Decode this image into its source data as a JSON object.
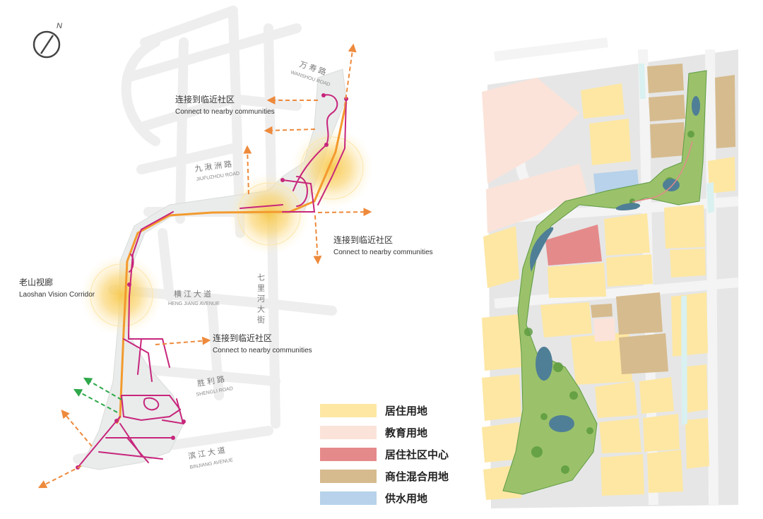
{
  "left_map": {
    "corridor": {
      "cn": "老山视廊",
      "en": "Laoshan Vision Corridor"
    },
    "connections": [
      {
        "cn": "连接到临近社区",
        "en": "Connect to nearby communities"
      },
      {
        "cn": "连接到临近社区",
        "en": "Connect to nearby communities"
      },
      {
        "cn": "连接到临近社区",
        "en": "Connect to nearby communities"
      }
    ],
    "roads": [
      {
        "cn": "万寿路",
        "en": "WANSHOU ROAD"
      },
      {
        "cn": "九湫洲路",
        "en": "JIUFUZHOU ROAD"
      },
      {
        "cn": "横江大道",
        "en": "HENG JIANG AVENUE"
      },
      {
        "cn": "七里河大街",
        "en": ""
      },
      {
        "cn": "胜利路",
        "en": "SHENGLI ROAD"
      },
      {
        "cn": "滨江大道",
        "en": "BINJIANG AVENUE"
      }
    ],
    "north_icon": "compass-north-icon",
    "north_letter": "N"
  },
  "legend": [
    {
      "label": "居住用地",
      "color": "#fde7a3"
    },
    {
      "label": "教育用地",
      "color": "#fbe3d9"
    },
    {
      "label": "居住社区中心",
      "color": "#e58a8a"
    },
    {
      "label": "商住混合用地",
      "color": "#d6bb8e"
    },
    {
      "label": "供水用地",
      "color": "#b7d2ea"
    }
  ],
  "colors": {
    "path": "#c7267c",
    "arrow": "#ee8a3c",
    "green_arrow": "#2ea84a",
    "glow": "#f9c64a",
    "road": "#ececec"
  }
}
